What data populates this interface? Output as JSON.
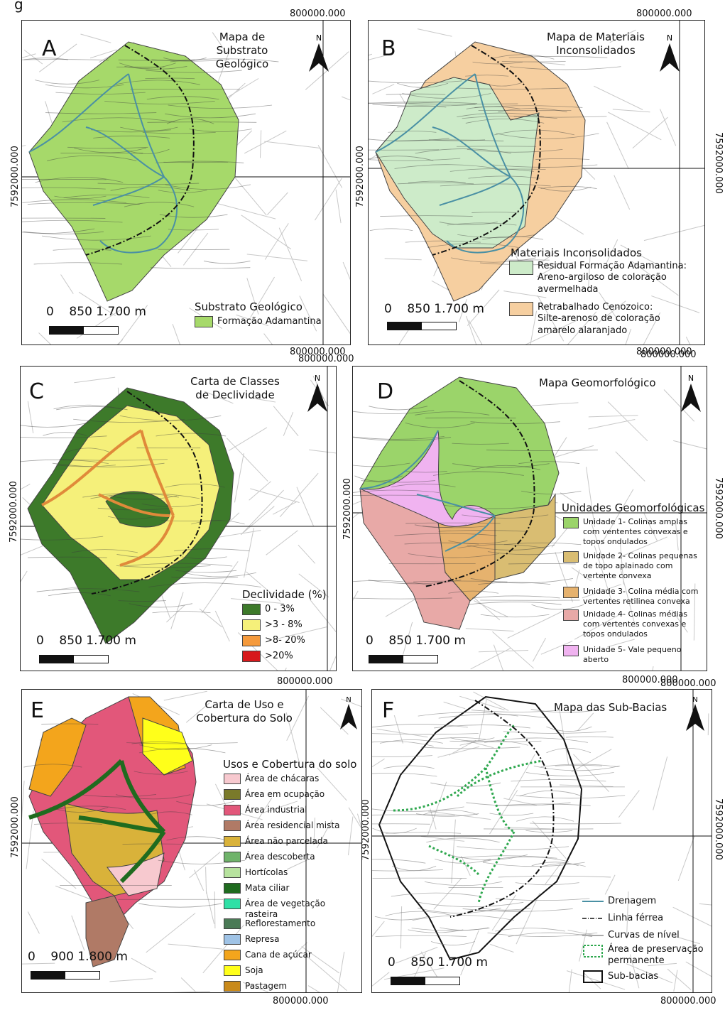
{
  "top_fragment": "g",
  "panels": {
    "A": {
      "letter": "A",
      "title": "Mapa de Substrato\nGeológico",
      "legend_title": "Substrato Geológico",
      "legend": [
        {
          "label": "Formação Adamantina",
          "color": "#a6d96a"
        }
      ],
      "scale": "0    850 1.700 m",
      "coord_top": "800000.000",
      "coord_bottom": "800000.000",
      "coord_left": "7592000.000"
    },
    "B": {
      "letter": "B",
      "title": "Mapa de Materiais\nInconsolidados",
      "legend_title": "Materiais Inconsolidados",
      "legend": [
        {
          "label": "Residual Formação Adamantina:\nAreno-argiloso de coloração\navermelhada",
          "color": "#cdebc9"
        },
        {
          "label": "Retrabalhado Cenozoico:\nSilte-arenoso de coloração\namarelo alaranjado",
          "color": "#f6cfa0"
        }
      ],
      "scale": "0    850 1.700 m",
      "coord_top": "800000.000",
      "coord_bottom": "800000.000",
      "coord_right": "7592000.000",
      "coord_left": "7592000.000"
    },
    "C": {
      "letter": "C",
      "title": "Carta de Classes\nde Declividade",
      "legend_title": "Declividade (%)",
      "legend": [
        {
          "label": "0 - 3%",
          "color": "#3d7a2a"
        },
        {
          "label": ">3 - 8%",
          "color": "#f5f07a"
        },
        {
          "label": ">8- 20%",
          "color": "#f59a3c"
        },
        {
          "label": ">20%",
          "color": "#d7191c"
        }
      ],
      "scale": "0    850 1.700 m",
      "coord_top": "800000.000",
      "coord_bottom": "800000.000",
      "coord_left": "7592000.000"
    },
    "D": {
      "letter": "D",
      "title": "Mapa Geomorfológico",
      "legend_title": "Unidades Geomorfológicas",
      "legend": [
        {
          "label": "Unidade 1- Colinas amplas\ncom vententes convexas e\n topos ondulados",
          "color": "#9bd46a"
        },
        {
          "label": "Unidade 2- Colinas pequenas\nde topo aplainado com\nvertente convexa",
          "color": "#d9bd72"
        },
        {
          "label": "Unidade 3- Colina média com\nvertentes retilinea convexa",
          "color": "#e6b26e"
        },
        {
          "label": "Unidade 4- Colinas médias\ncom vertentes convexas e\ntopos ondulados",
          "color": "#e8a9a7"
        },
        {
          "label": "Unidade 5- Vale pequeno aberto",
          "color": "#f0b3f0"
        }
      ],
      "scale": "0    850 1.700 m",
      "coord_top": "800000.000",
      "coord_bottom": "800000.000",
      "coord_right": "7592000.000",
      "coord_left": "7592000.000"
    },
    "E": {
      "letter": "E",
      "title": "Carta de Uso e\nCobertura do Solo",
      "legend_title": "Usos e Cobertura do solo",
      "legend": [
        {
          "label": "Área de chácaras",
          "color": "#f7c9cf"
        },
        {
          "label": "Área em ocupação",
          "color": "#7a7a2a"
        },
        {
          "label": "Área industrial",
          "color": "#e2577a"
        },
        {
          "label": "Área residencial mista",
          "color": "#b07a66"
        },
        {
          "label": "Área não parcelada",
          "color": "#d9b23a"
        },
        {
          "label": "Área descoberta",
          "color": "#6fb36a"
        },
        {
          "label": "Hortícolas",
          "color": "#b7e39e"
        },
        {
          "label": "Mata ciliar",
          "color": "#1f6b1f"
        },
        {
          "label": "Área de vegetação\nrasteira",
          "color": "#2fe0a6"
        },
        {
          "label": "Reflorestamento",
          "color": "#4a7a56"
        },
        {
          "label": "Represa",
          "color": "#9fc3e6"
        },
        {
          "label": "Cana de açúcar",
          "color": "#f3a51c"
        },
        {
          "label": "Soja",
          "color": "#ffff1a"
        },
        {
          "label": "Pastagem",
          "color": "#c98a1a"
        }
      ],
      "scale": "0    900 1.800 m",
      "coord_bottom": "800000.000",
      "coord_left": "7592000.000"
    },
    "F": {
      "letter": "F",
      "title": "Mapa das Sub-Bacias",
      "legend": [
        {
          "label": "Drenagem",
          "kind": "line",
          "color": "#4a90a4"
        },
        {
          "label": "Linha férrea",
          "kind": "dashdot",
          "color": "#111111"
        },
        {
          "label": "Curvas de nível",
          "kind": "line",
          "color": "#aaaaaa"
        },
        {
          "label": "Área de preservação\n permanente",
          "kind": "dashbox",
          "color": "#2fa84f"
        },
        {
          "label": "Sub-bacias",
          "kind": "box",
          "color": "#111111"
        }
      ],
      "scale": "0    850 1.700 m",
      "coord_top": "800000.000",
      "coord_bottom": "800000.000",
      "coord_left": "7592000.000",
      "coord_right": "7592000.000"
    }
  }
}
